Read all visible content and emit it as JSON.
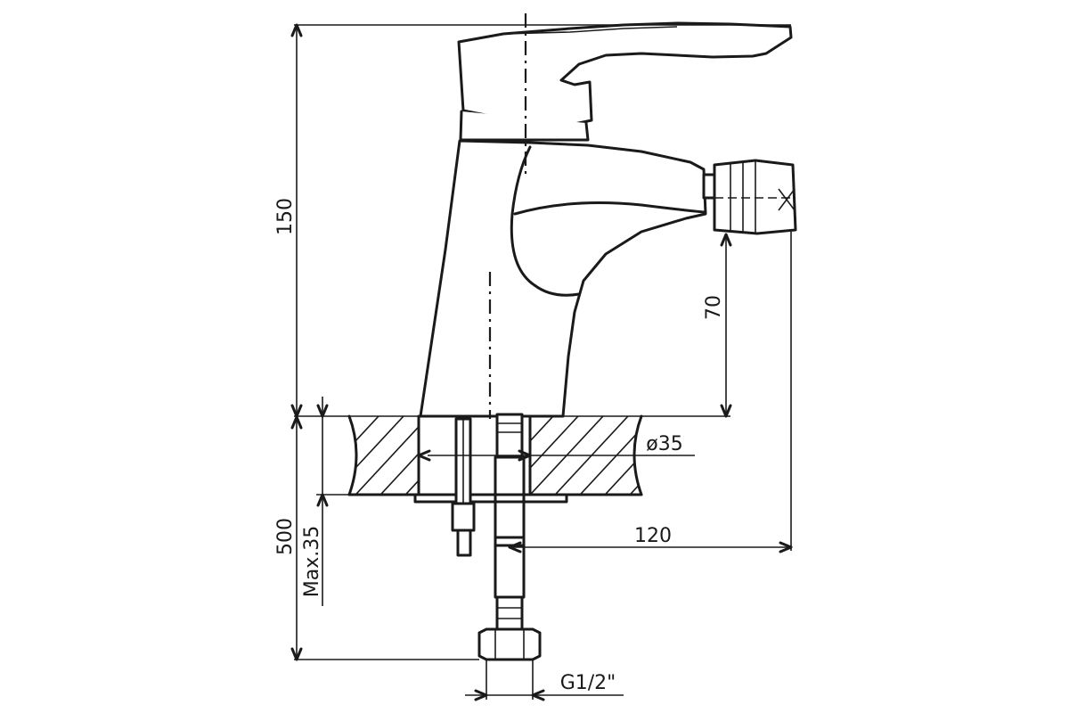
{
  "dimensions": {
    "height_total": "150",
    "spout_height": "70",
    "hole_diameter": "ø35",
    "reach": "120",
    "hose_length": "500",
    "max_deck": "Max.35",
    "thread": "G1/2\""
  },
  "colors": {
    "line": "#1a1a1a",
    "background": "#ffffff"
  }
}
